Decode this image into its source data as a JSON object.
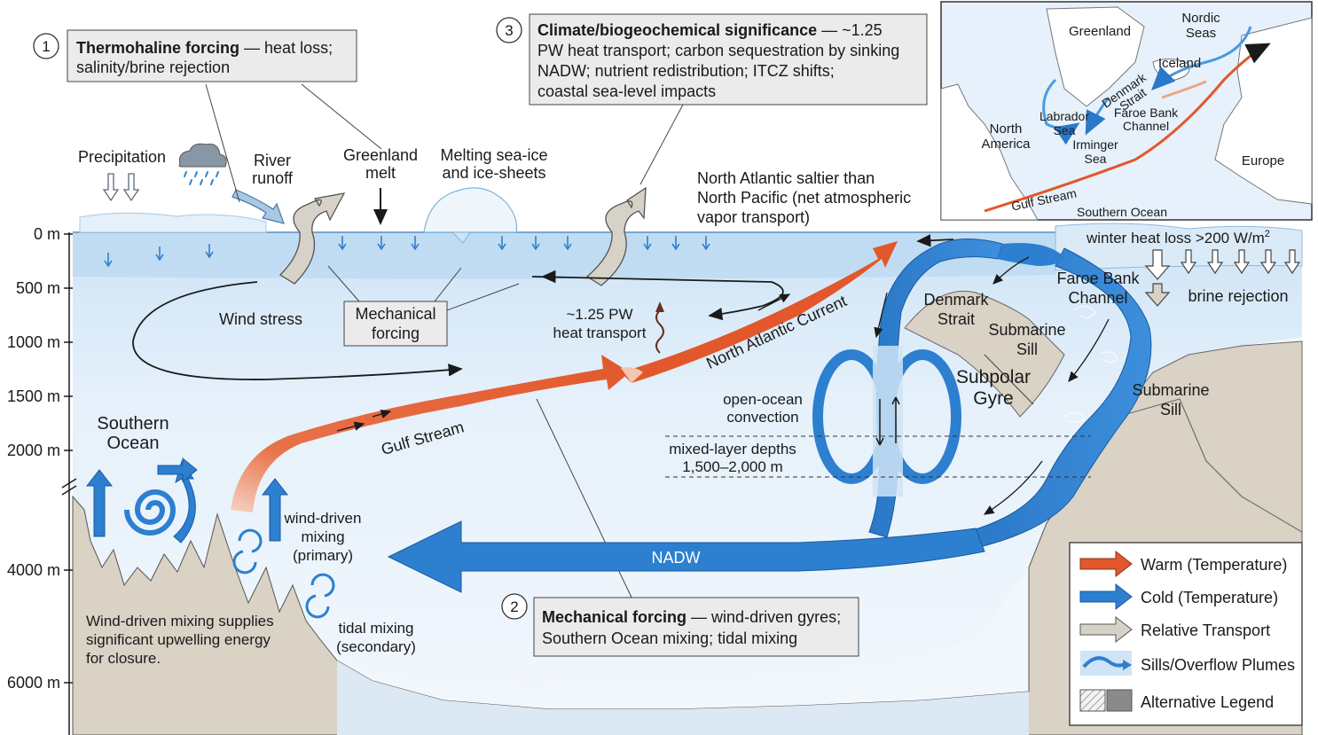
{
  "depth_axis": [
    "0 m",
    "500 m",
    "1000 m",
    "1500 m",
    "2000 m",
    "4000 m",
    "6000 m"
  ],
  "callout1": {
    "num": "1",
    "title": "Thermohaline forcing",
    "rest": " — heat loss;",
    "line2": "salinity/brine rejection"
  },
  "callout2": {
    "num": "2",
    "title": "Mechanical forcing",
    "rest": " — wind-driven gyres;",
    "line2": "Southern Ocean mixing; tidal mixing"
  },
  "callout3": {
    "num": "3",
    "title": "Climate/biogeochemical significance",
    "rest": " — ~1.25",
    "lines": [
      "PW heat transport; carbon sequestration by sinking",
      "NADW; nutrient redistribution; ITCZ shifts;",
      "coastal sea-level impacts"
    ]
  },
  "labels": {
    "precipitation": "Precipitation",
    "river_runoff": [
      "River",
      "runoff"
    ],
    "greenland_melt": [
      "Greenland",
      "melt"
    ],
    "melting_ice": [
      "Melting sea-ice",
      "and ice-sheets"
    ],
    "north_atlantic_saltier": [
      "North Atlantic saltier than",
      "North Pacific (net atmospheric",
      "vapor transport)"
    ],
    "winter_heat_loss": "winter heat loss >200 W/m",
    "winter_heat_loss_sup": "2",
    "faroe_bank": [
      "Faroe Bank",
      "Channel"
    ],
    "brine_rejection": "brine rejection",
    "wind_stress": "Wind stress",
    "mechanical_forcing": [
      "Mechanical",
      "forcing"
    ],
    "heat_transport": [
      "~1.25 PW",
      "heat transport"
    ],
    "north_atlantic_current": "North Atlantic Current",
    "denmark_strait": [
      "Denmark",
      "Strait"
    ],
    "submarine_sill_1": [
      "Submarine",
      "Sill"
    ],
    "submarine_sill_2": [
      "Submarine",
      "Sill"
    ],
    "subpolar_gyre": [
      "Subpolar",
      "Gyre"
    ],
    "open_ocean_convection": [
      "open-ocean",
      "convection"
    ],
    "mixed_layer": [
      "mixed-layer depths",
      "1,500–2,000 m"
    ],
    "gulf_stream": "Gulf Stream",
    "southern_ocean": [
      "Southern",
      "Ocean"
    ],
    "wind_driven_mixing": [
      "wind-driven",
      "mixing",
      "(primary)"
    ],
    "tidal_mixing": [
      "tidal mixing",
      "(secondary)"
    ],
    "nadw": "NADW",
    "closure_note": [
      "Wind-driven mixing supplies",
      "significant upwelling energy",
      "for closure."
    ]
  },
  "map": {
    "greenland": "Greenland",
    "nordic_seas": [
      "Nordic",
      "Seas"
    ],
    "iceland": "Iceland",
    "denmark_strait": [
      "Denmark",
      "Strait"
    ],
    "faroe_bank": [
      "Faroe Bank",
      "Channel"
    ],
    "north_america": [
      "North",
      "America"
    ],
    "labrador_sea": [
      "Labrador",
      "Sea"
    ],
    "irminger_sea": [
      "Irminger",
      "Sea"
    ],
    "europe": "Europe",
    "gulf_stream": "Gulf Stream",
    "southern_ocean": "Southern Ocean"
  },
  "legend": [
    {
      "label": "Warm (Temperature)",
      "icon": "warm-arrow-icon",
      "color": "#e2572b"
    },
    {
      "label": "Cold (Temperature)",
      "icon": "cold-arrow-icon",
      "color": "#2d7fd0"
    },
    {
      "label": "Relative Transport",
      "icon": "transport-arrow-icon",
      "color": "#cfcac0"
    },
    {
      "label": "Sills/Overflow Plumes",
      "icon": "overflow-plume-icon",
      "color": "#4a9ae0"
    },
    {
      "label": "Alternative Legend",
      "icon": "hatched-swatch-icon",
      "color": "#888888"
    }
  ],
  "colors": {
    "warm": "#e2572b",
    "cold": "#2d7fd0",
    "ocean": "#e8f2fb",
    "seafloor": "#d9d2c5"
  }
}
